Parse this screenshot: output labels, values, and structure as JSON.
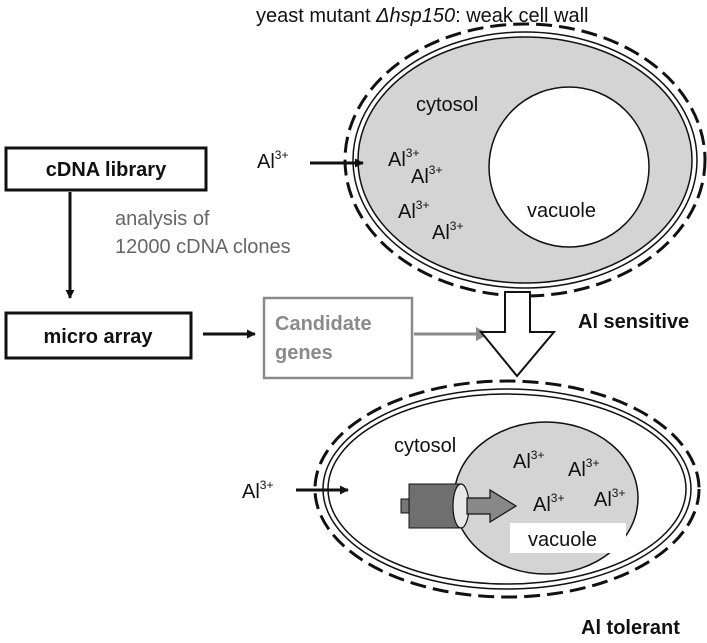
{
  "title": {
    "prefix": "yeast mutant ",
    "italic": "Δhsp150",
    "suffix": ": weak cell wall"
  },
  "boxes": {
    "cdna": "cDNA library",
    "microarray": "micro array",
    "candidate_line1": "Candidate",
    "candidate_line2": "genes"
  },
  "analysis": {
    "line1": "analysis of",
    "line2": "12000 cDNA clones"
  },
  "ion": {
    "base": "Al",
    "charge": "3+"
  },
  "top_cell": {
    "cytosol": "cytosol",
    "vacuole": "vacuole"
  },
  "bottom_cell": {
    "cytosol": "cytosol",
    "vacuole": "vacuole"
  },
  "labels": {
    "sensitive": "Al sensitive",
    "tolerant": "Al tolerant"
  },
  "colors": {
    "cytosol_fill": "#d4d4d4",
    "candidate_gray": "#8a8a8a",
    "transporter_dark": "#6f6f6f"
  }
}
